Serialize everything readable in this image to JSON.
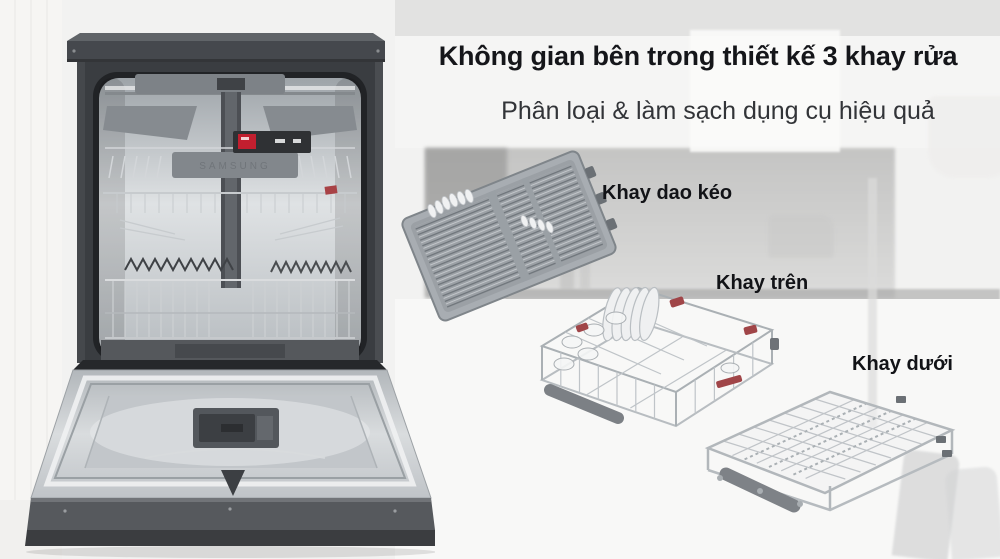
{
  "heading": {
    "title": "Không gian bên trong thiết kế 3 khay rửa",
    "subtitle": "Phân loại & làm sạch dụng cụ hiệu quả",
    "title_color": "#15161a",
    "subtitle_color": "#323438"
  },
  "trays": [
    {
      "id": "cutlery-tray",
      "label": "Khay dao kéo"
    },
    {
      "id": "upper-rack",
      "label": "Khay trên"
    },
    {
      "id": "lower-rack",
      "label": "Khay dưới"
    }
  ],
  "dishwasher": {
    "brand_text": "SAMSUNG",
    "body_color": "#45484d",
    "steel_color": "#c6cacd",
    "accent_red": "#c21f2f"
  }
}
